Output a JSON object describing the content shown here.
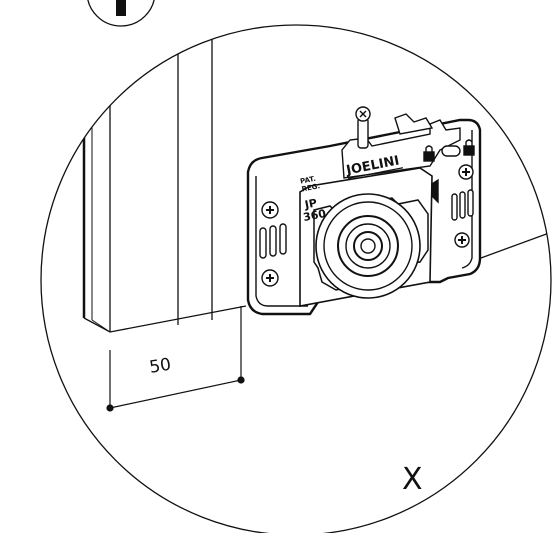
{
  "diagram": {
    "dimension_label": "50",
    "step_mark": "X",
    "brand_logo": "JOELINI",
    "model_line1": "JP",
    "model_line2": "360",
    "patent_line1": "PAT.",
    "patent_line2": "REG."
  },
  "colors": {
    "ink": "#111111",
    "background": "#ffffff"
  }
}
